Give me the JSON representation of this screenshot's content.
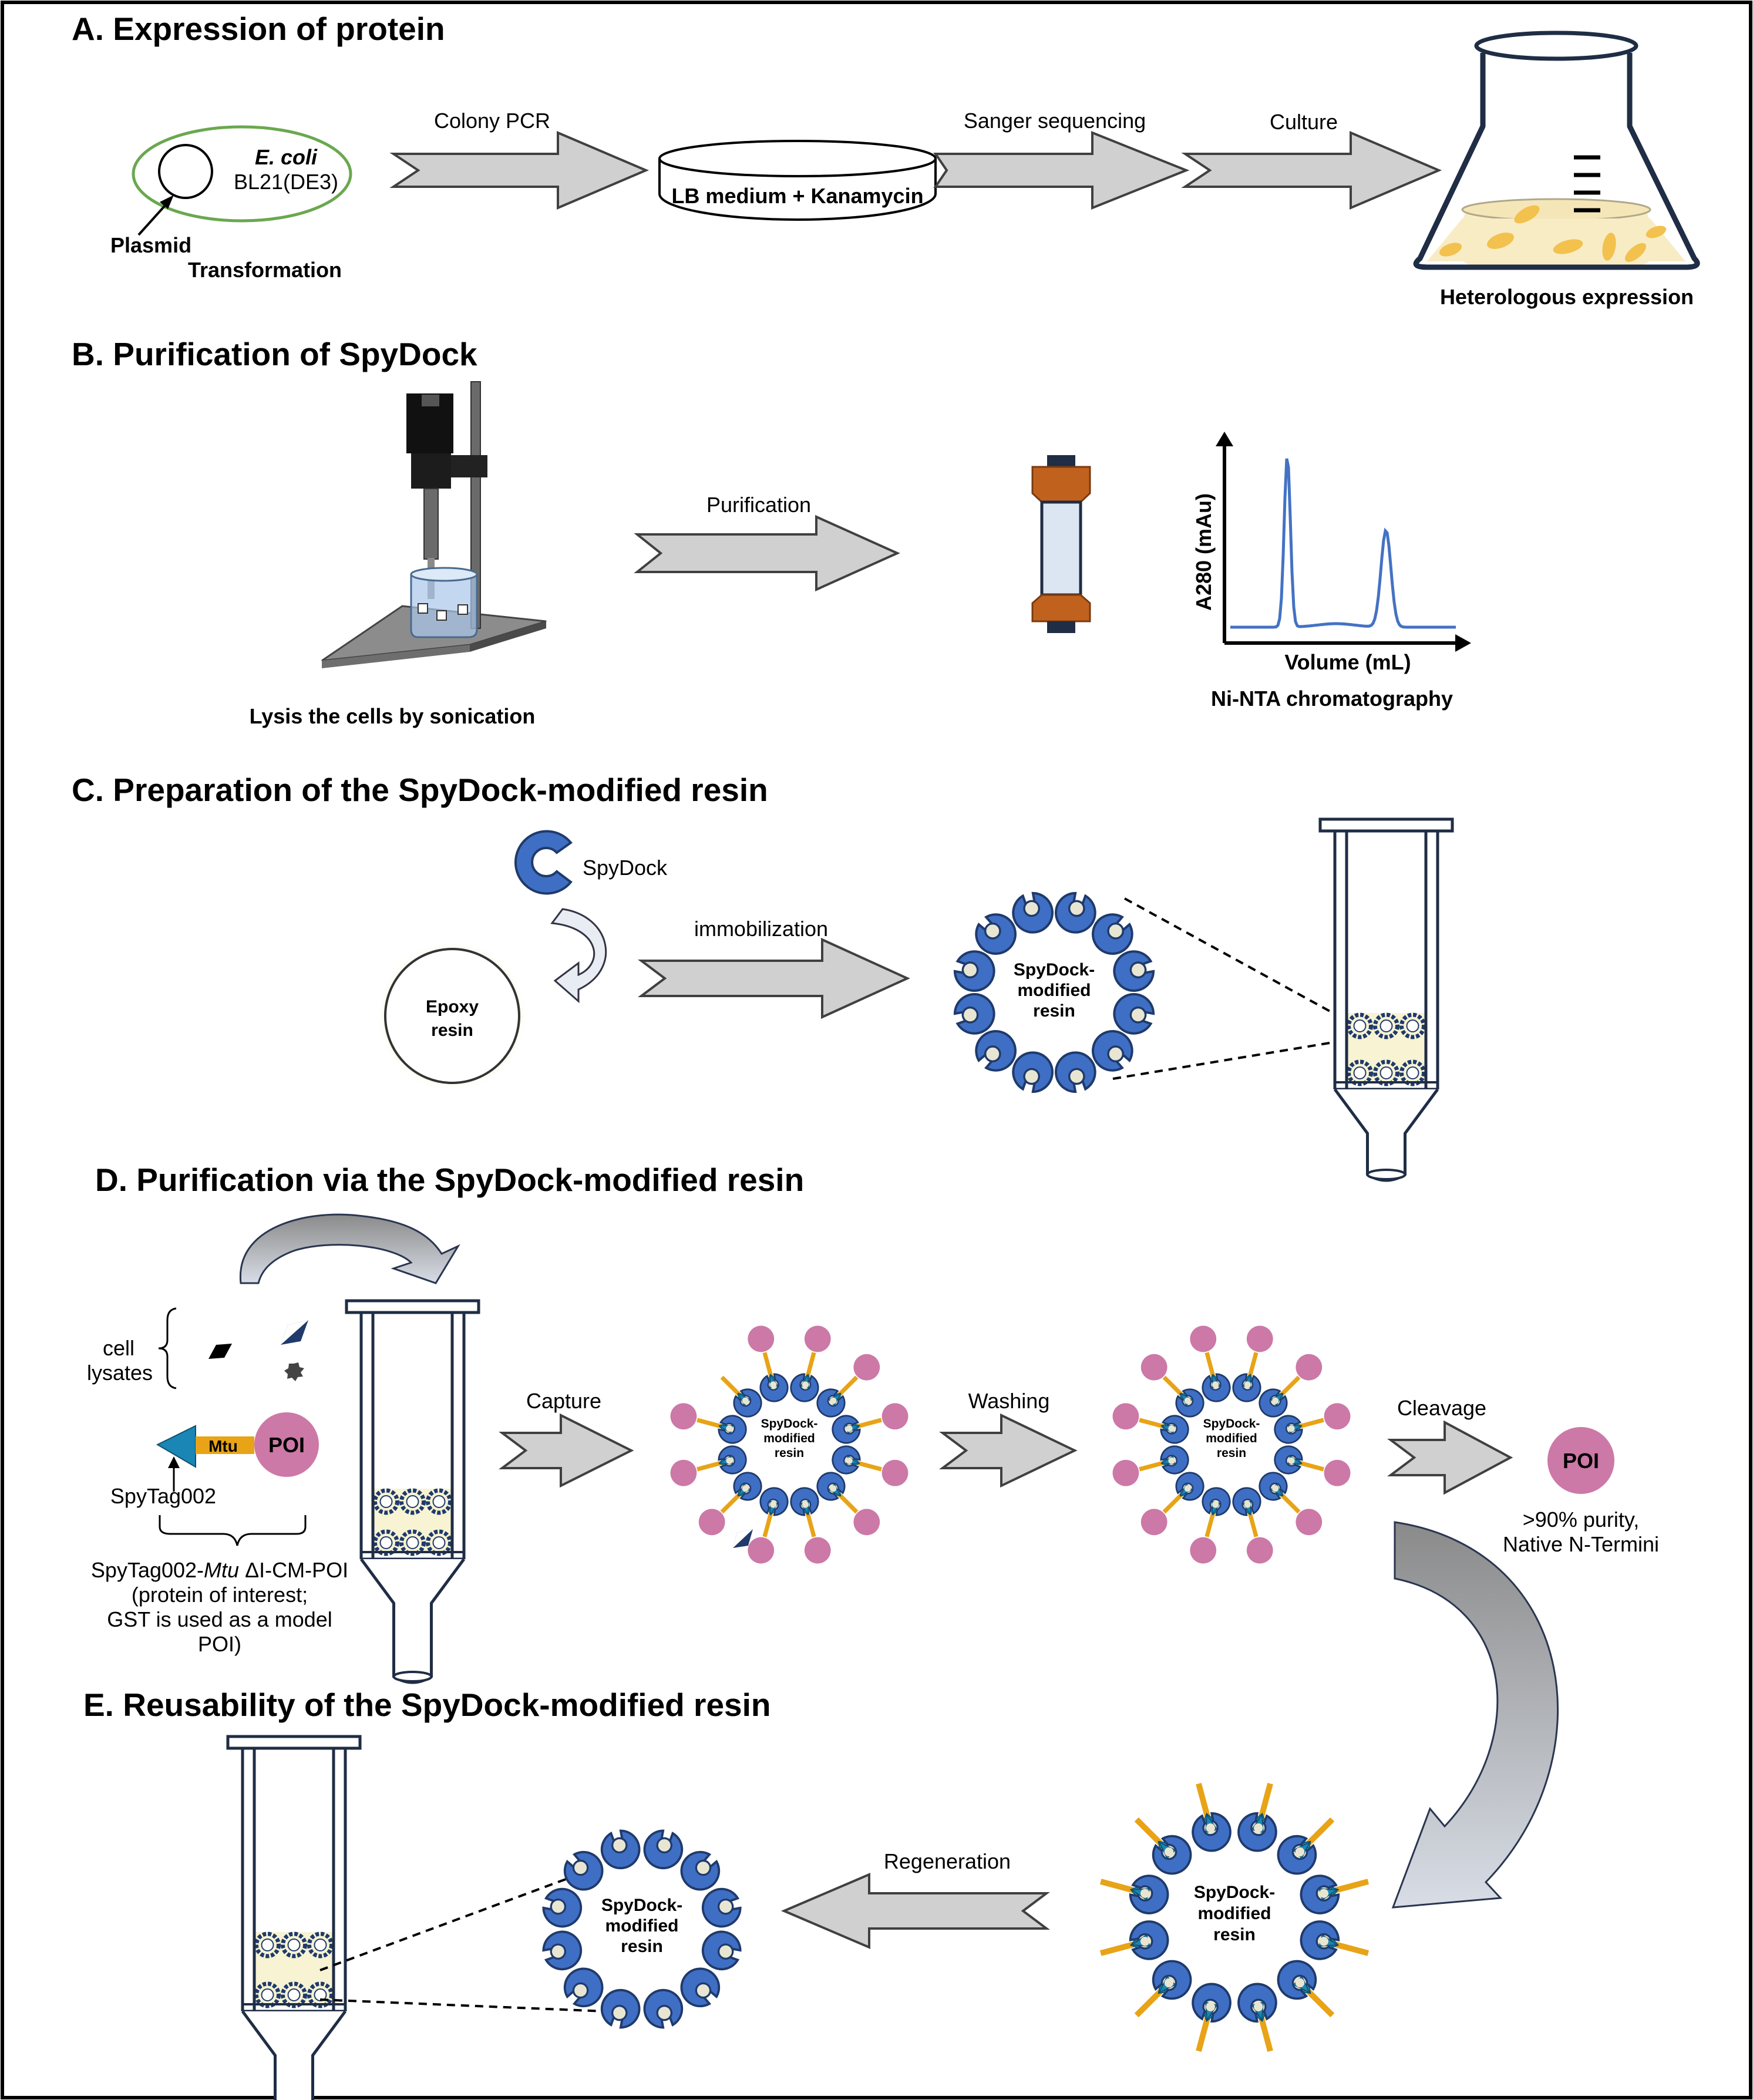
{
  "sections": {
    "A": {
      "title": "A. Expression of protein",
      "ecoli_species": "E. coli",
      "ecoli_strain": "BL21(DE3)",
      "plasmid": "Plasmid",
      "transformation": "Transformation",
      "colony_pcr": "Colony PCR",
      "lb_medium": "LB medium + Kanamycin",
      "sanger": "Sanger sequencing",
      "culture": "Culture",
      "heterologous": "Heterologous expression"
    },
    "B": {
      "title": "B. Purification of SpyDock",
      "lysis": "Lysis the cells by sonication",
      "purification": "Purification",
      "ylabel": "A280 (mAu)",
      "xlabel": "Volume (mL)",
      "nita": "Ni-NTA chromatography"
    },
    "C": {
      "title": "C. Preparation of the SpyDock-modified resin",
      "spydock": "SpyDock",
      "immobilization": "immobilization",
      "epoxy_1": "Epoxy",
      "epoxy_2": "resin",
      "resin_1": "SpyDock-",
      "resin_2": "modified",
      "resin_3": "resin"
    },
    "D": {
      "title": "D. Purification via the SpyDock-modified resin",
      "cell_1": "cell",
      "cell_2": "lysates",
      "mtu": "Mtu",
      "poi": "POI",
      "spytag": "SpyTag002",
      "construct_prefix": "SpyTag002-",
      "construct_mtu": "Mtu",
      "construct_suffix": " ΔI-CM-POI",
      "construct_2": "(protein of interest;",
      "construct_3": "GST is used as a model",
      "construct_4": "POI)",
      "capture": "Capture",
      "washing": "Washing",
      "cleavage": "Cleavage",
      "purity_1": ">90% purity,",
      "purity_2": "Native N-Termini"
    },
    "E": {
      "title": "E. Reusability of the SpyDock-modified resin",
      "regeneration": "Regeneration"
    }
  },
  "colors": {
    "spydock_blue": "#3f6fc4",
    "spydock_dark": "#1f3a6b",
    "pocket": "#e8e6d2",
    "poi_pink": "#cc79a7",
    "tag_teal": "#1a86b5",
    "linker_orange": "#e8a317",
    "column_outline": "#1f2d45",
    "ecoli_green": "#6aa84f",
    "chrom_line": "#4472c4",
    "cap_orange": "#b85a1a"
  }
}
